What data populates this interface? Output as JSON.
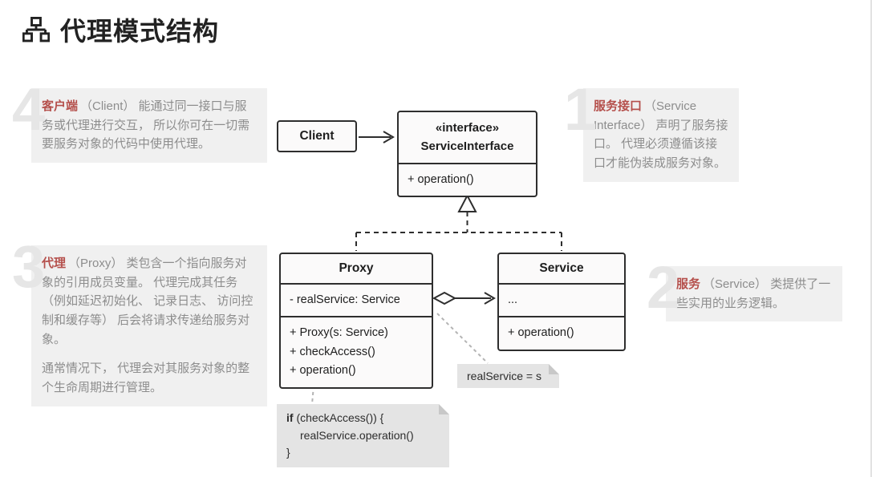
{
  "page": {
    "title": "代理模式结构"
  },
  "colors": {
    "term_accent": "#b5504c",
    "annotation_bg": "#f0f0f0",
    "annotation_text": "#8d8d8d",
    "box_border": "#2e2e2e",
    "note_bg": "#e4e4e4"
  },
  "annotations": [
    {
      "number": "1",
      "term": "服务接口",
      "text": "（Service Interface） 声明了服务接口。 代理必须遵循该接口才能伪装成服务对象。"
    },
    {
      "number": "2",
      "term": "服务",
      "text": "（Service） 类提供了一些实用的业务逻辑。"
    },
    {
      "number": "3",
      "term": "代理",
      "text": "（Proxy） 类包含一个指向服务对象的引用成员变量。 代理完成其任务 （例如延迟初始化、 记录日志、 访问控制和缓存等） 后会将请求传递给服务对象。",
      "text2": "通常情况下， 代理会对其服务对象的整个生命周期进行管理。"
    },
    {
      "number": "4",
      "term": "客户端",
      "text": "（Client） 能通过同一接口与服务或代理进行交互， 所以你可在一切需要服务对象的代码中使用代理。"
    }
  ],
  "diagram": {
    "client": {
      "name": "Client"
    },
    "interface": {
      "stereotype": "«interface»",
      "name": "ServiceInterface",
      "method0": "+ operation()"
    },
    "proxy": {
      "name": "Proxy",
      "field0": "- realService: Service",
      "method0": "+ Proxy(s: Service)",
      "method1": "+ checkAccess()",
      "method2": "+ operation()"
    },
    "service": {
      "name": "Service",
      "field0": "...",
      "method0": "+ operation()"
    },
    "note_assignment": {
      "text": "realService = s"
    },
    "note_code": {
      "kw": "if",
      "line1_rest": " (checkAccess()) {",
      "line2": "realService.operation()",
      "line3": "}"
    }
  }
}
